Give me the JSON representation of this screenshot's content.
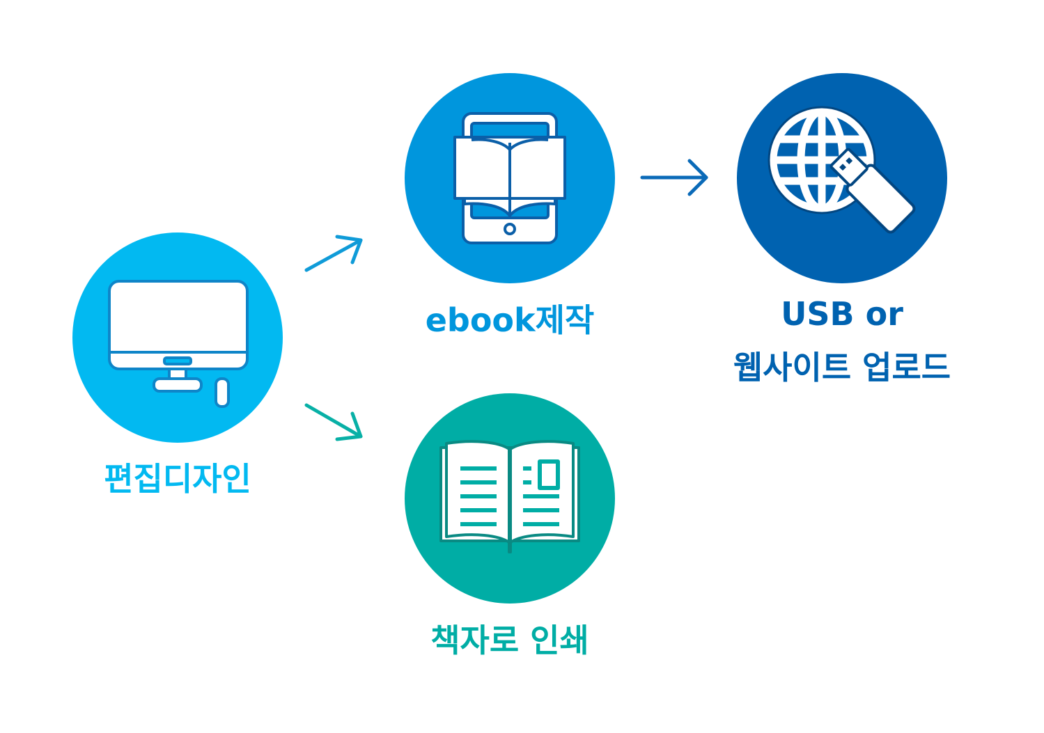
{
  "colors": {
    "design": "#02b9f1",
    "ebook": "#0096dd",
    "web": "#0062b0",
    "print": "#00ada5",
    "icon_stroke_design": "#0f85c8",
    "icon_stroke_ebook": "#0b5fa8",
    "icon_stroke_web": "#024681",
    "icon_stroke_print": "#098a83",
    "icon_fill": "#ffffff"
  },
  "nodes": {
    "design": {
      "label": "편집디자인",
      "icon": "monitor-icon"
    },
    "ebook": {
      "label": "ebook제작",
      "icon": "tablet-book-icon"
    },
    "web": {
      "label_line1": "USB or",
      "label_line2": "웹사이트 업로드",
      "icon": "globe-usb-icon"
    },
    "print": {
      "label": "책자로 인쇄",
      "icon": "open-book-icon"
    }
  },
  "edges": [
    {
      "from": "design",
      "to": "ebook"
    },
    {
      "from": "design",
      "to": "print"
    },
    {
      "from": "ebook",
      "to": "web"
    }
  ]
}
